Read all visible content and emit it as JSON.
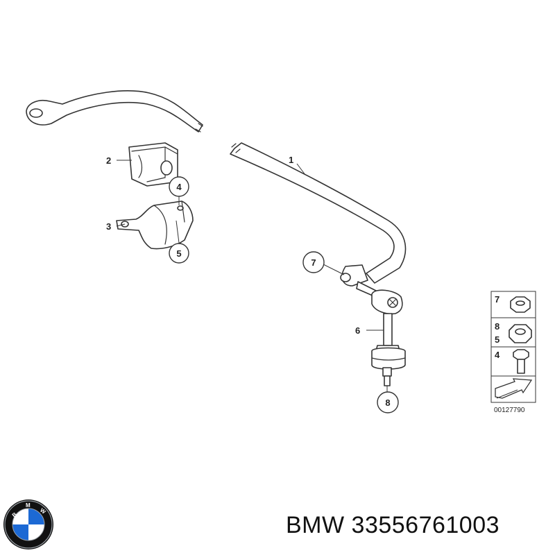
{
  "diagram": {
    "callouts": {
      "p1": "1",
      "p2": "2",
      "p3": "3",
      "p4": "4",
      "p5": "5",
      "p6": "6",
      "p7": "7",
      "p8": "8"
    },
    "legend": {
      "row1_label": "7",
      "row2_label_a": "8",
      "row2_label_b": "5",
      "row3_label": "4",
      "ref_code": "00127790"
    }
  },
  "caption": {
    "brand": "BMW",
    "part_number": "33556761003",
    "text": "BMW 33556761003"
  },
  "logo": {
    "colors": {
      "blue": "#1c69d4",
      "white": "#ffffff",
      "ring": "#111111",
      "silver": "#9aa0a6"
    },
    "lettering": "BMW"
  }
}
